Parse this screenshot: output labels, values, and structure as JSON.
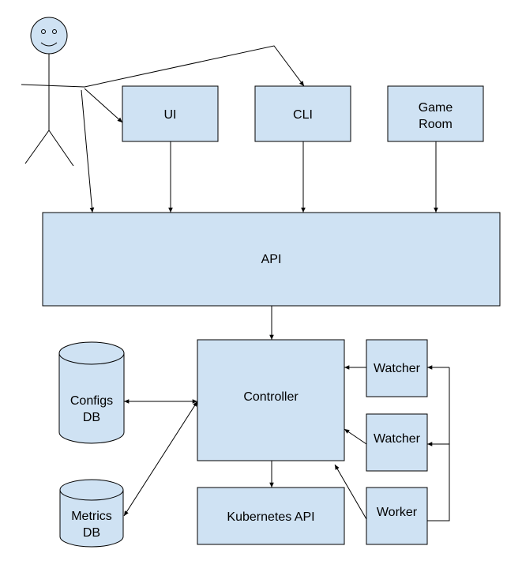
{
  "nodes": {
    "ui": "UI",
    "cli": "CLI",
    "game_room_1": "Game",
    "game_room_2": "Room",
    "api": "API",
    "controller": "Controller",
    "watcher_1": "Watcher",
    "watcher_2": "Watcher",
    "worker": "Worker",
    "kubernetes_api": "Kubernetes API",
    "configs_db_1": "Configs",
    "configs_db_2": "DB",
    "metrics_db_1": "Metrics",
    "metrics_db_2": "DB"
  },
  "colors": {
    "box_fill": "#cfe2f3",
    "stroke": "#000000",
    "actor_fill": "#cfe2f3"
  },
  "icons": {
    "actor": "stick-figure-user-icon",
    "database": "cylinder-database-icon"
  }
}
